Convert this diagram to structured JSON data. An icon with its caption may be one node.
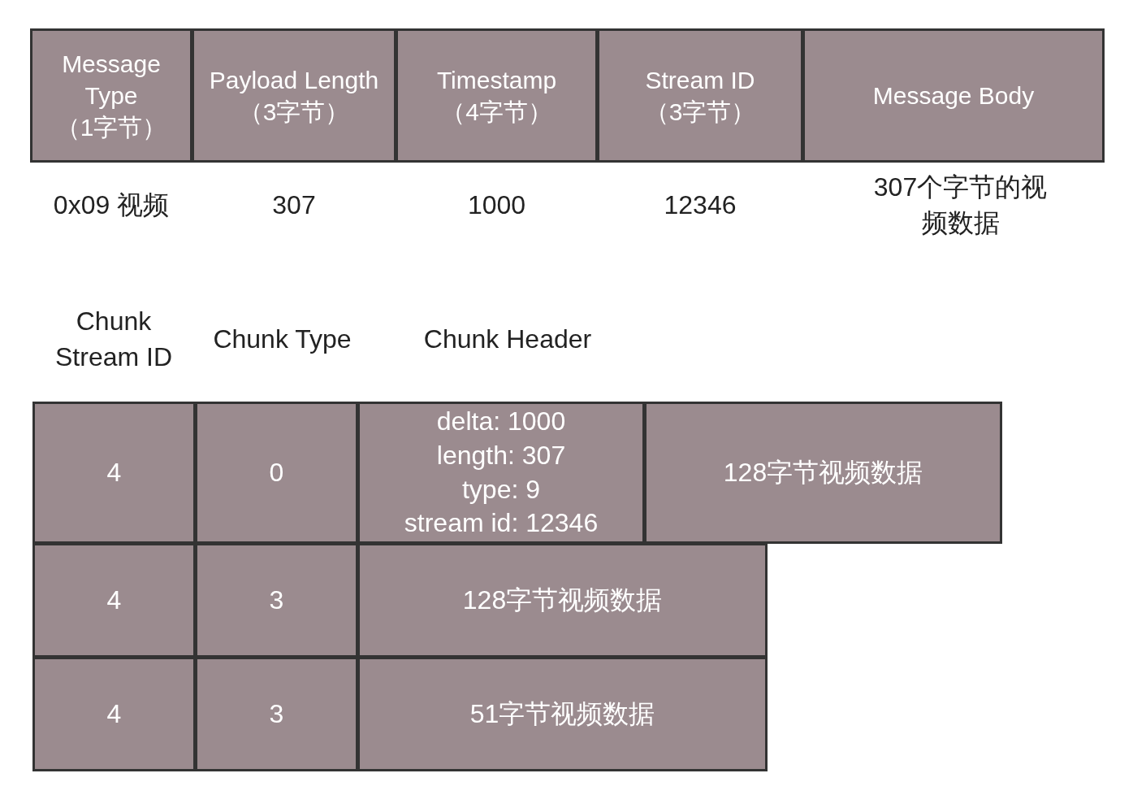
{
  "diagram": {
    "nodes": [
      {
        "text": [
          "Message Type",
          "（1字节）"
        ]
      },
      {
        "text": [
          "Payload Length",
          "（3字节）"
        ]
      },
      {
        "text": [
          "Timestamp",
          "（4字节）"
        ]
      },
      {
        "text": [
          "Stream ID",
          "（3字节）"
        ]
      },
      {
        "text": [
          "Message Body"
        ]
      },
      {
        "text": [
          "4"
        ]
      },
      {
        "text": [
          "0"
        ]
      },
      {
        "text": [
          "delta: 1000",
          "length: 307",
          "type: 9",
          "stream id: 12346"
        ]
      },
      {
        "text": [
          "128字节视频数据"
        ]
      },
      {
        "text": [
          "4"
        ]
      },
      {
        "text": [
          "3"
        ]
      },
      {
        "text": [
          "128字节视频数据"
        ]
      },
      {
        "text": [
          "4"
        ]
      },
      {
        "text": [
          "3"
        ]
      },
      {
        "text": [
          "51字节视频数据"
        ]
      }
    ],
    "edges": [],
    "labels": [
      "0x09 视频",
      "307",
      "1000",
      "12346",
      "307个字节的视频数据",
      "Chunk Stream ID",
      "Chunk Type",
      "Chunk Header"
    ]
  }
}
